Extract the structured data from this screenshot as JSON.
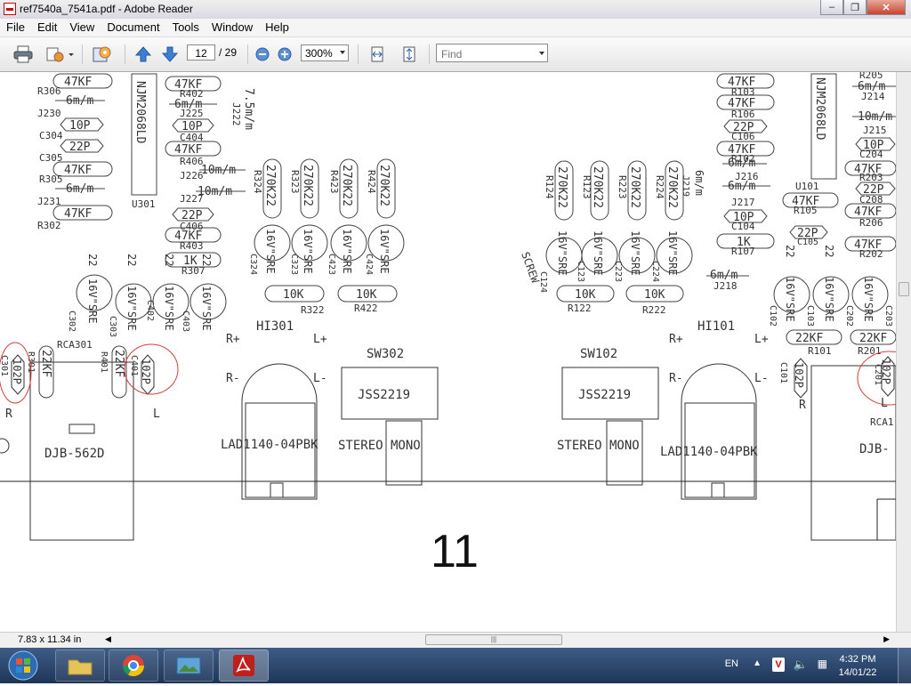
{
  "window": {
    "title": "ref7540a_7541a.pdf - Adobe Reader"
  },
  "menu": [
    "File",
    "Edit",
    "View",
    "Document",
    "Tools",
    "Window",
    "Help"
  ],
  "toolbar": {
    "page_current": "12",
    "page_total": "/ 29",
    "zoom": "300%",
    "find_placeholder": "Find"
  },
  "status": {
    "page_size": "7.83 x 11.34 in"
  },
  "taskbar": {
    "lang": "EN",
    "time": "4:32 PM",
    "date": "14/01/22"
  },
  "schematic": {
    "page_number": "11",
    "left_labels": [
      "47KF",
      "R306",
      "6m/m",
      "J230",
      "10P",
      "C304",
      "22P",
      "C305",
      "47KF",
      "R305",
      "6m/m",
      "J231",
      "47KF",
      "R302"
    ],
    "u301": "NJM2068LD",
    "u301_ref": "U301",
    "u101": "NJM2068LD",
    "u101_ref": "U101",
    "mid_left_labels": [
      "47KF",
      "R402",
      "6m/m",
      "J225",
      "10P",
      "C404",
      "47KF",
      "R406",
      "10m/m",
      "J226",
      "10m/m",
      "J227",
      "22P",
      "C406",
      "47KF",
      "R403",
      "1K",
      "R307"
    ],
    "j222": "7.5m/m",
    "j222_ref": "J222",
    "res_left_top": [
      "270K22",
      "270K22",
      "270K22",
      "270K22"
    ],
    "res_left_refs": [
      "R324",
      "R323",
      "R423",
      "R424"
    ],
    "res_right_top": [
      "270K22",
      "270K22",
      "270K22",
      "270K22"
    ],
    "res_right_refs": [
      "R124",
      "R123",
      "R223",
      "R224"
    ],
    "cap_text": "16V\"SRE",
    "cap_refs_left": [
      "C324",
      "C323",
      "C423",
      "C424"
    ],
    "cap_refs_right": [
      "C124",
      "C123",
      "C223",
      "C224"
    ],
    "cap_lower_left_refs": [
      "C302",
      "C303",
      "C402",
      "C403"
    ],
    "cap_lower_right_refs": [
      "C102",
      "C103",
      "C202",
      "C203"
    ],
    "cap_value_22": "22",
    "r10k": "10K",
    "r10k_refs_left": [
      "R322",
      "R422"
    ],
    "r10k_refs_right": [
      "R122",
      "R222"
    ],
    "screw": "SCREW",
    "j219": "6m/m",
    "j219_ref": "J219",
    "right_mid_labels": [
      "47KF",
      "R103",
      "47KF",
      "R106",
      "22P",
      "C106",
      "47KF",
      "R102",
      "6m/m",
      "J216",
      "6m/m",
      "J217",
      "10P",
      "C104",
      "1K",
      "R107"
    ],
    "right_labels": [
      "R205",
      "6m/m",
      "J214",
      "10m/m",
      "J215",
      "10P",
      "C204",
      "47KF",
      "R203",
      "22P",
      "C208",
      "47KF",
      "R206",
      "47KF",
      "R202"
    ],
    "u101_side": [
      "47KF",
      "R105",
      "22P",
      "C105"
    ],
    "j218": "6m/m",
    "j218_ref": "J218",
    "hi301": "HI301",
    "hi101": "HI101",
    "rplus": "R+",
    "lplus": "L+",
    "rminus": "R-",
    "lminus": "L-",
    "sw302": "SW302",
    "sw102": "SW102",
    "jss": "JSS2219",
    "stereo_mono": "STEREO MONO",
    "lad": "LAD1140-04PBK",
    "djb": "DJB-562D",
    "djb_right": "DJB-",
    "rca_left": "RCA301",
    "rca_right": "RCA1",
    "r_label": "R",
    "l_label": "L",
    "c102p": "102P",
    "c301": "C301",
    "c401": "C401",
    "c101": "C101",
    "c201": "C201",
    "r22kf": "22KF",
    "r301": "R301",
    "r401": "R401",
    "r101": "R101",
    "r201": "R201"
  }
}
